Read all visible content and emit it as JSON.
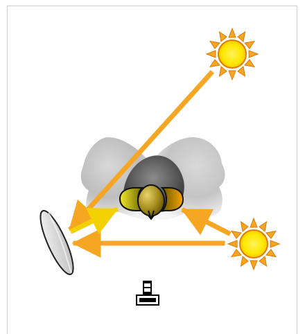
{
  "diagram": {
    "type": "lighting setup",
    "elements": [
      "key-light-sun",
      "fill-light-sun",
      "subject",
      "reflector",
      "camera"
    ],
    "colors": {
      "ray": "#F5A623",
      "reflected_ray": "#F3D100",
      "sun_core": "#FFE800",
      "sun_rays": "#F6A623",
      "background": "#FFFFFF",
      "frame": "#CFCFCF",
      "reflector_fill": "#E6E6E6",
      "subject_hair": "#6F6F6F",
      "subject_body": "#D7D7D7",
      "subject_face": "#D9B14F"
    }
  }
}
